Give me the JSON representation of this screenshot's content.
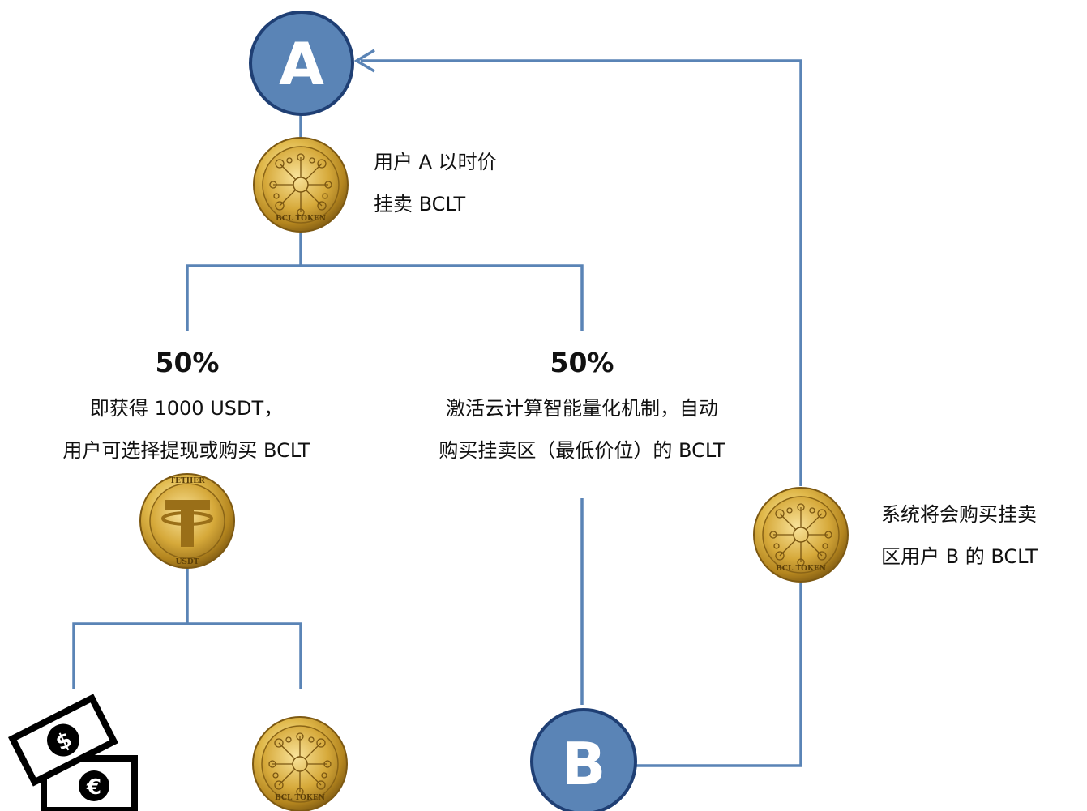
{
  "nodes": {
    "a": {
      "label": "A"
    },
    "b": {
      "label": "B"
    }
  },
  "texts": {
    "user_a_line1": "用户 A 以时价",
    "user_a_line2": "挂卖 BCLT",
    "left_percent": "50%",
    "left_line1": "即获得 1000 USDT，",
    "left_line2": "用户可选择提现或购买 BCLT",
    "right_percent": "50%",
    "right_line1": "激活云计算智能量化机制，自动",
    "right_line2": "购买挂卖区（最低价位）的 BCLT",
    "system_line1": "系统将会购买挂卖",
    "system_line2": "区用户 B 的 BCLT"
  },
  "coins": {
    "bcl_ring_text": "BCL TOKEN",
    "usdt_ring_text": "USDT",
    "usdt_top_text": "TETHER"
  },
  "colors": {
    "line": "#5a84b6",
    "node_fill": "#5a84b6",
    "node_stroke": "#1f3f74",
    "gold_light": "#f6de8a",
    "gold_mid": "#d4a93a",
    "gold_dark": "#8a6416"
  },
  "icons": {
    "cash": "cash-icon",
    "bcl_coin": "bcl-token-coin-icon",
    "usdt_coin": "usdt-coin-icon"
  }
}
